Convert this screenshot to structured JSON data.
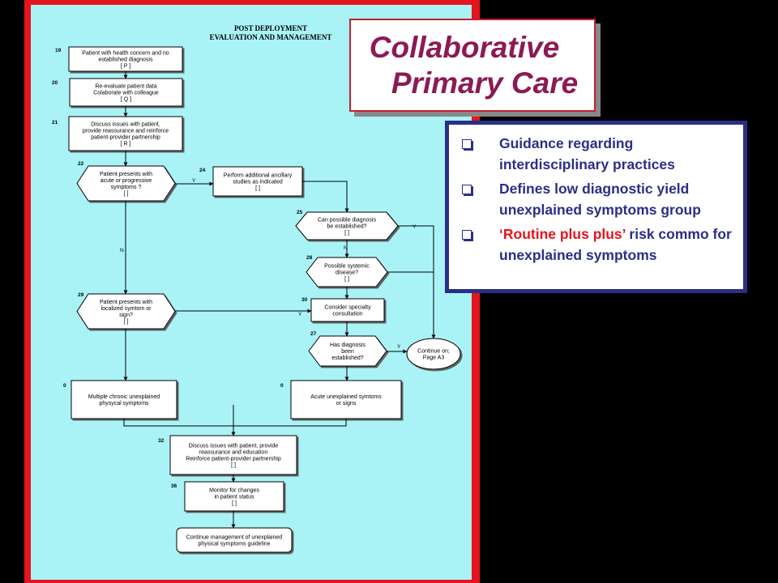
{
  "slide": {
    "title_line1": "Collaborative",
    "title_line2": "Primary Care",
    "bullets": [
      {
        "highlight": "",
        "text": "Guidance regarding interdisciplinary practices"
      },
      {
        "highlight": "",
        "text": "Defines low diagnostic yield unexplained symptoms group"
      },
      {
        "highlight": "‘Routine plus plus’",
        "text": " risk commo for unexplained symptoms"
      }
    ],
    "colors": {
      "panel_border": "#e5141e",
      "panel_fill": "#a9f3f7",
      "title": "#8b1a55",
      "bullet_text": "#2a2f86",
      "highlight": "#e5141e"
    }
  },
  "flowchart": {
    "title_lines": [
      "POST DEPLOYMENT",
      "EVALUATION AND MANAGEMENT"
    ],
    "nodes": {
      "n19": {
        "number": "19",
        "lines": [
          "Patient with health concern and no",
          "established diagnosis",
          "[ P ]"
        ]
      },
      "n20": {
        "number": "20",
        "lines": [
          "Re-evaluate patient data",
          "Colaborate with colleague",
          "[ Q ]"
        ]
      },
      "n21": {
        "number": "21",
        "lines": [
          "Discuss issues with patient,",
          "provide reassurance and reinforce",
          "patient-provider partnership",
          "[ R ]"
        ]
      },
      "n22": {
        "number": "22",
        "lines": [
          "Patient presents with",
          "acute or progressive",
          "symptoms ?",
          "[ ]"
        ]
      },
      "n24": {
        "number": "24",
        "lines": [
          "Perform additional ancillary",
          "studies as indicated",
          "[ ]"
        ]
      },
      "n25": {
        "number": "25",
        "lines": [
          "Can possible diagnosis",
          "be established?",
          "[ ]"
        ]
      },
      "n28": {
        "number": "28",
        "lines": [
          "Possible systemic",
          "disease?",
          "[ ]"
        ]
      },
      "n29": {
        "number": "29",
        "lines": [
          "Patient presents with",
          "localized symtom or",
          "sign?",
          "[ ]"
        ]
      },
      "n30": {
        "number": "30",
        "lines": [
          "Consider specialty",
          "consultation"
        ]
      },
      "n27": {
        "number": "27",
        "lines": [
          "Has diagnosis",
          "been",
          "established?"
        ]
      },
      "nCont": {
        "number": "",
        "lines": [
          "Continue on;",
          "Page A3"
        ]
      },
      "nChronic": {
        "number": "0",
        "lines": [
          "Multiple chronic unexplained",
          "physycal symptoms"
        ]
      },
      "nAcute": {
        "number": "0",
        "lines": [
          "Acute unexplained symtoms",
          "or signs"
        ]
      },
      "n32": {
        "number": "32",
        "lines": [
          "Discuss issues with patient, provide",
          "reassurance and education",
          "Reinforce patient-provider partnership",
          "[ ]"
        ]
      },
      "n36": {
        "number": "36",
        "lines": [
          "Monitor for changes",
          "in patient status",
          "[ ]"
        ]
      },
      "nEnd": {
        "number": "",
        "lines": [
          "Continue management of unexplained",
          "physical symptoms guideline"
        ]
      }
    },
    "edge_labels": {
      "n22_yes": "Y",
      "n22_no": "N",
      "n25_yes": "Y",
      "n25_no": "N",
      "n29_yes": "Y",
      "n27_yes": "Y"
    }
  }
}
